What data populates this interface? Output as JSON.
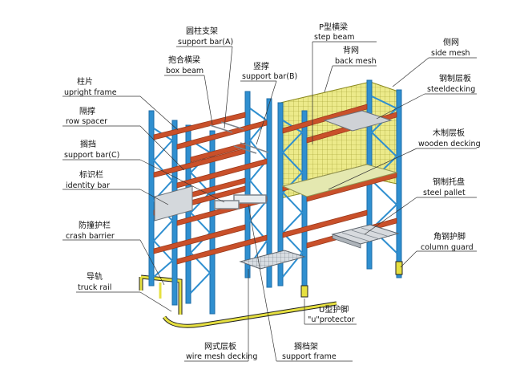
{
  "diagram": {
    "colors": {
      "upright": "#2f8fd0",
      "upright_dark": "#1e6ea8",
      "beam": "#c9502a",
      "beam_dark": "#9a3a1c",
      "mesh": "#e7e37a",
      "wood": "#e4e8b0",
      "steel_deck": "#cfd2d6",
      "wire_mesh": "#b9c0c8",
      "rail": "#e6e040",
      "line": "#333333"
    },
    "labels": [
      {
        "key": "support_bar_a",
        "cn": "圆柱支架",
        "en": "support bar(A)"
      },
      {
        "key": "step_beam",
        "cn": "P型横梁",
        "en": "step beam"
      },
      {
        "key": "side_mesh",
        "cn": "侧网",
        "en": "side mesh"
      },
      {
        "key": "box_beam",
        "cn": "抱合横梁",
        "en": "box beam"
      },
      {
        "key": "back_mesh",
        "cn": "背网",
        "en": "back mesh"
      },
      {
        "key": "support_bar_b",
        "cn": "竖撑",
        "en": "support bar(B)"
      },
      {
        "key": "upright_frame",
        "cn": "柱片",
        "en": "upright frame"
      },
      {
        "key": "steel_decking",
        "cn": "钢制层板",
        "en": "steeldecking"
      },
      {
        "key": "row_spacer",
        "cn": "隔撑",
        "en": "row spacer"
      },
      {
        "key": "wooden_decking",
        "cn": "木制层板",
        "en": "wooden decking"
      },
      {
        "key": "support_bar_c",
        "cn": "搁挡",
        "en": "support bar(C)"
      },
      {
        "key": "identity_bar",
        "cn": "标识栏",
        "en": "identity bar"
      },
      {
        "key": "steel_pallet",
        "cn": "钢制托盘",
        "en": "steel pallet"
      },
      {
        "key": "crash_barrier",
        "cn": "防撞护栏",
        "en": "crash barrier"
      },
      {
        "key": "column_guard",
        "cn": "角钢护脚",
        "en": "column guard"
      },
      {
        "key": "truck_rail",
        "cn": "导轨",
        "en": "truck rail"
      },
      {
        "key": "u_protector",
        "cn": "U型护脚",
        "en": "\"u\"protector"
      },
      {
        "key": "wire_mesh_decking",
        "cn": "网式层板",
        "en": "wire mesh decking"
      },
      {
        "key": "support_frame",
        "cn": "搁档架",
        "en": "support frame"
      }
    ]
  }
}
